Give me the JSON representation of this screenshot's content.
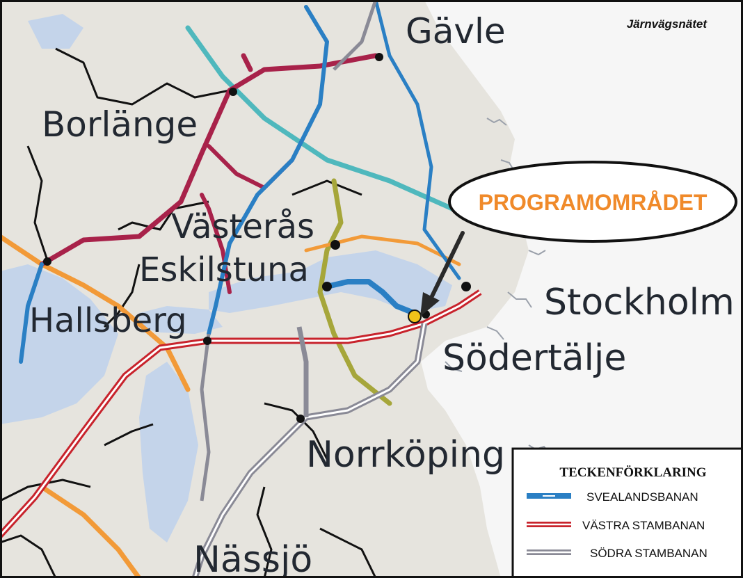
{
  "map": {
    "title": "Järnvägsnätet",
    "cities": [
      {
        "id": "gavle",
        "label": "Gävle"
      },
      {
        "id": "borlange",
        "label": "Borlänge"
      },
      {
        "id": "vasteras",
        "label": "Västerås"
      },
      {
        "id": "eskilstuna",
        "label": "Eskilstuna"
      },
      {
        "id": "hallsberg",
        "label": "Hallsberg"
      },
      {
        "id": "stockholm",
        "label": "Stockholm"
      },
      {
        "id": "sodertalje",
        "label": "Södertälje"
      },
      {
        "id": "norrkoping",
        "label": "Norrköping"
      },
      {
        "id": "nassjo",
        "label": "Nässjö"
      }
    ],
    "callout": {
      "label": "PROGRAMOMRÅDET"
    },
    "legend": {
      "title": "TECKENFÖRKLARING",
      "items": [
        {
          "label": "SVEALANDSBANAN",
          "color": "#2a7fc4"
        },
        {
          "label": "VÄSTRA STAMBANAN",
          "color": "#c8232c"
        },
        {
          "label": "SÖDRA STAMBANAN",
          "color": "#8a8a96"
        }
      ]
    },
    "colors": {
      "land": "#e6e4de",
      "water": "#c4d4ea",
      "sea": "#f6f6f6",
      "callout_text": "#f08a2a",
      "marker": "#f2c21a",
      "other_rail_teal": "#4fb8bd",
      "other_rail_orange": "#f29a38",
      "other_rail_olive": "#a6a63a",
      "other_rail_maroon": "#a8224a",
      "other_rail_black": "#111111"
    }
  }
}
